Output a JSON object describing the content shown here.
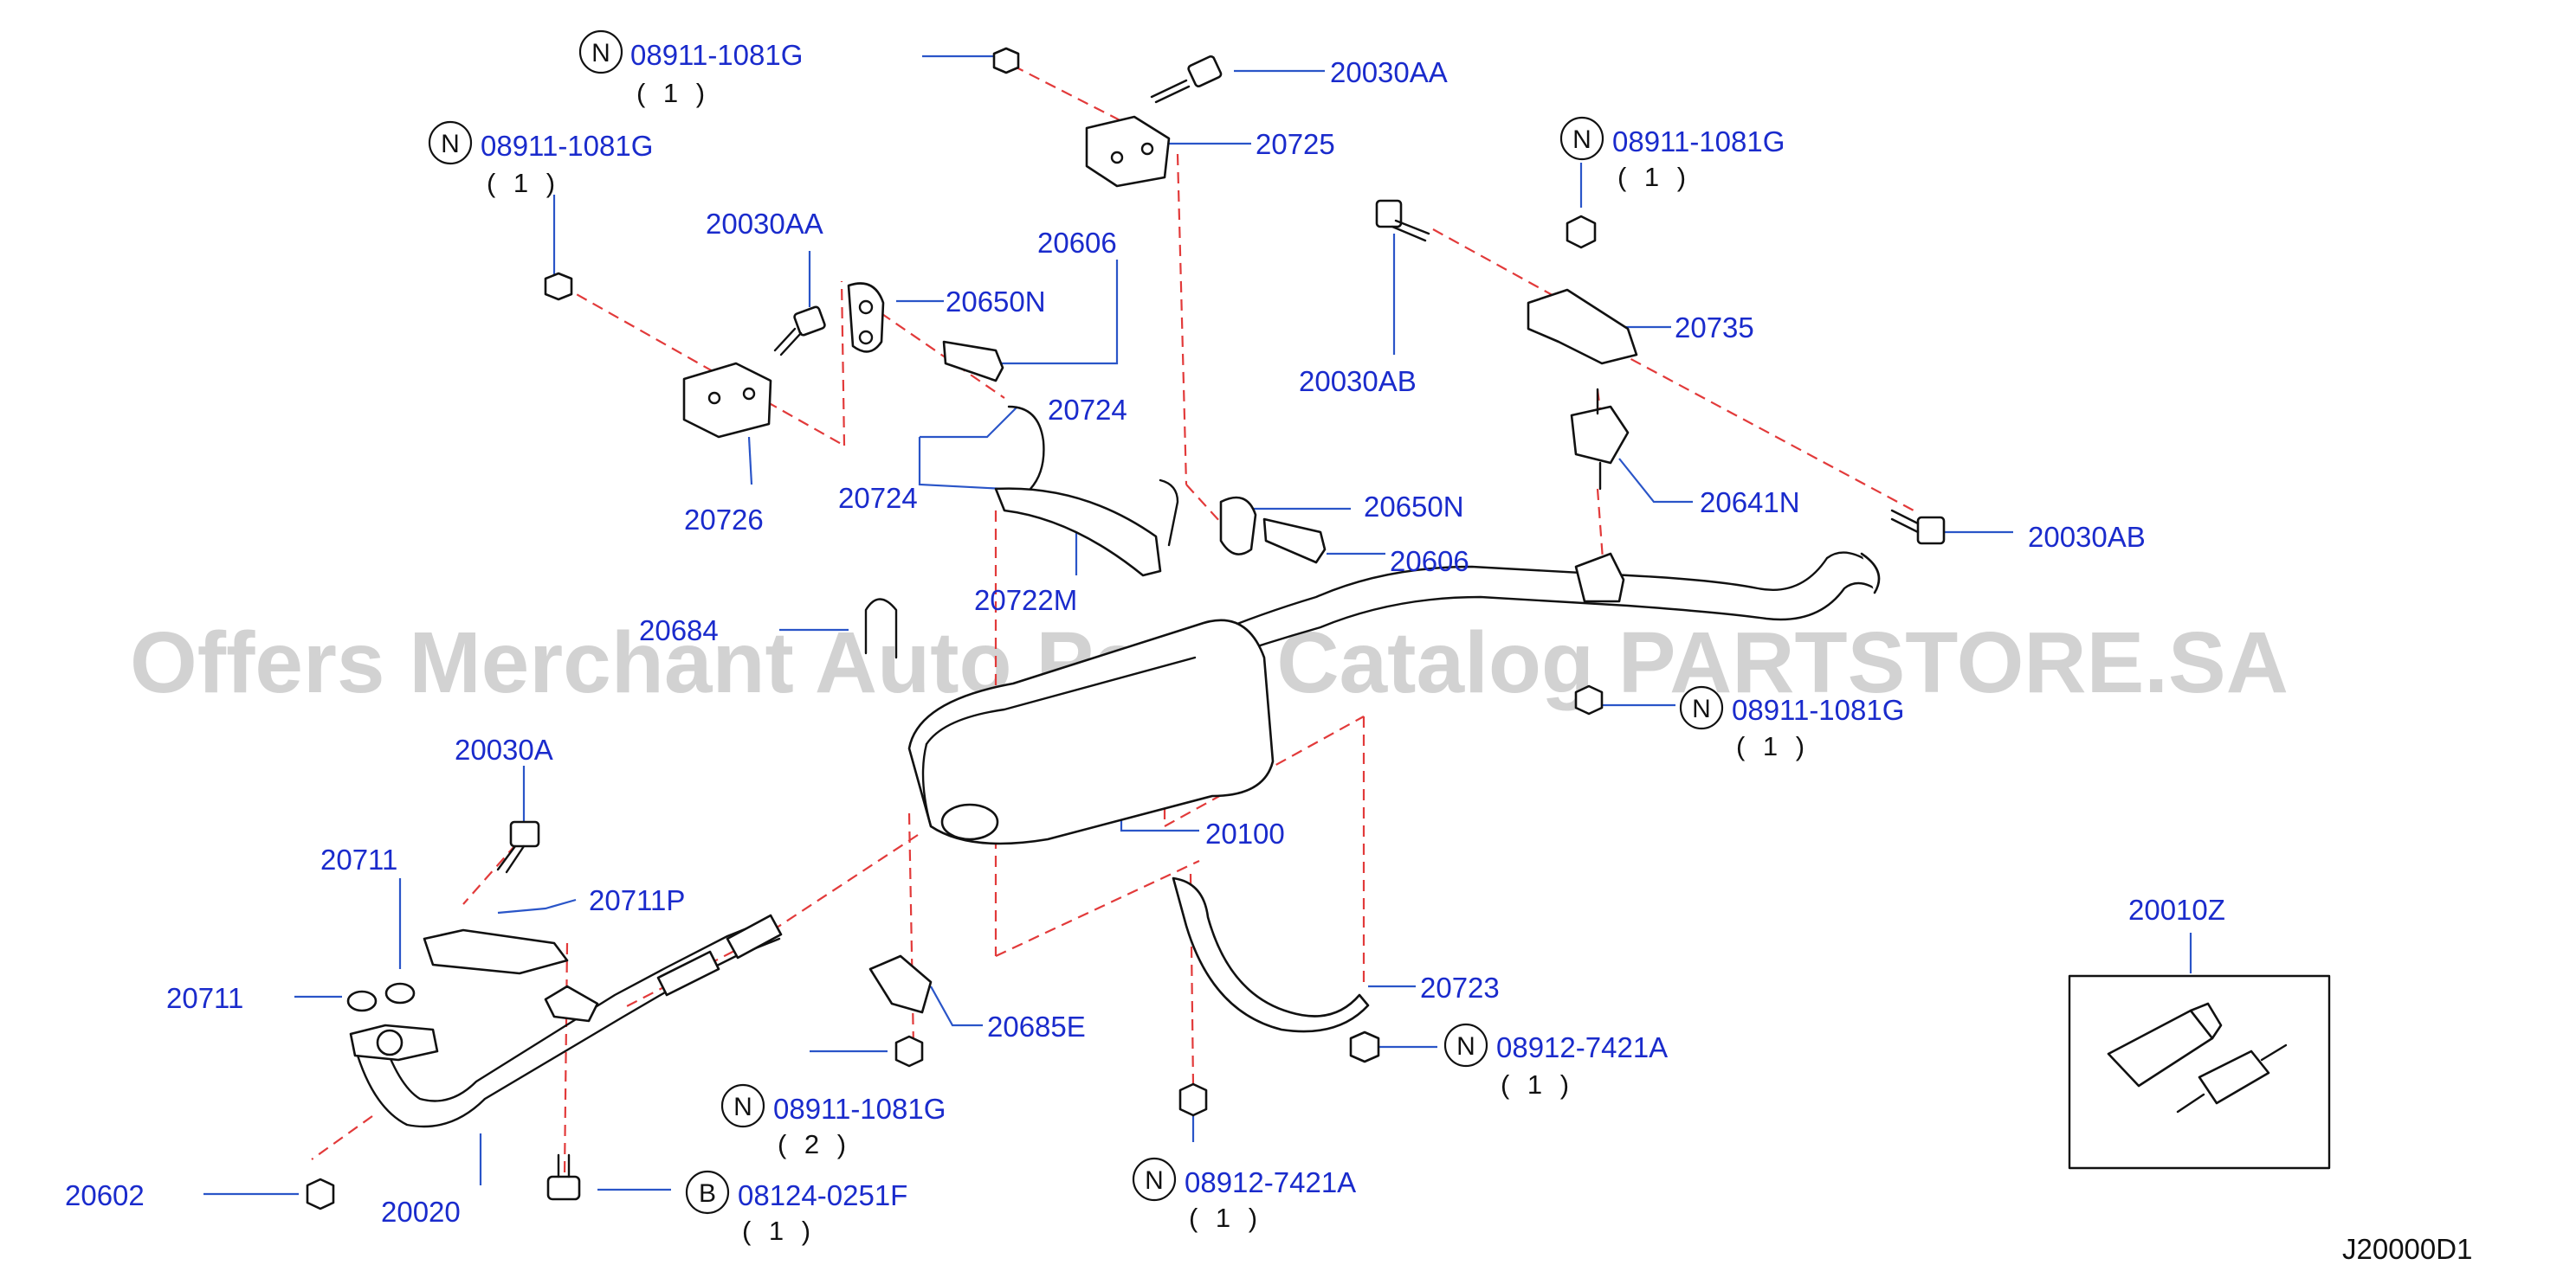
{
  "diagram": {
    "watermark": "Offers Merchant Auto Parts Catalog PARTSTORE.SA",
    "diagram_code": "J20000D1",
    "parts": [
      {
        "id": "p1",
        "mark": "N",
        "number": "08911-1081G",
        "qty": "( 1 )"
      },
      {
        "id": "p2",
        "mark": "",
        "number": "20030AA",
        "qty": ""
      },
      {
        "id": "p3",
        "mark": "",
        "number": "20725",
        "qty": ""
      },
      {
        "id": "p4",
        "mark": "N",
        "number": "08911-1081G",
        "qty": "( 1 )"
      },
      {
        "id": "p5",
        "mark": "",
        "number": "20030AA",
        "qty": ""
      },
      {
        "id": "p6",
        "mark": "",
        "number": "20606",
        "qty": ""
      },
      {
        "id": "p7",
        "mark": "",
        "number": "20650N",
        "qty": ""
      },
      {
        "id": "p8",
        "mark": "N",
        "number": "08911-1081G",
        "qty": "( 1 )"
      },
      {
        "id": "p9",
        "mark": "",
        "number": "20735",
        "qty": ""
      },
      {
        "id": "p10",
        "mark": "",
        "number": "20030AB",
        "qty": ""
      },
      {
        "id": "p11",
        "mark": "",
        "number": "20724",
        "qty": ""
      },
      {
        "id": "p12",
        "mark": "",
        "number": "20724",
        "qty": ""
      },
      {
        "id": "p13",
        "mark": "",
        "number": "20726",
        "qty": ""
      },
      {
        "id": "p14",
        "mark": "",
        "number": "20650N",
        "qty": ""
      },
      {
        "id": "p15",
        "mark": "",
        "number": "20641N",
        "qty": ""
      },
      {
        "id": "p16",
        "mark": "",
        "number": "20606",
        "qty": ""
      },
      {
        "id": "p17",
        "mark": "",
        "number": "20030AB",
        "qty": ""
      },
      {
        "id": "p18",
        "mark": "",
        "number": "20722M",
        "qty": ""
      },
      {
        "id": "p19",
        "mark": "",
        "number": "20684",
        "qty": ""
      },
      {
        "id": "p20",
        "mark": "N",
        "number": "08911-1081G",
        "qty": "( 1 )"
      },
      {
        "id": "p21",
        "mark": "",
        "number": "20030A",
        "qty": ""
      },
      {
        "id": "p22",
        "mark": "",
        "number": "20100",
        "qty": ""
      },
      {
        "id": "p23",
        "mark": "",
        "number": "20711",
        "qty": ""
      },
      {
        "id": "p24",
        "mark": "",
        "number": "20711P",
        "qty": ""
      },
      {
        "id": "p25",
        "mark": "",
        "number": "20010Z",
        "qty": ""
      },
      {
        "id": "p26",
        "mark": "",
        "number": "20711",
        "qty": ""
      },
      {
        "id": "p27",
        "mark": "",
        "number": "20723",
        "qty": ""
      },
      {
        "id": "p28",
        "mark": "",
        "number": "20685E",
        "qty": ""
      },
      {
        "id": "p29",
        "mark": "N",
        "number": "08912-7421A",
        "qty": "( 1 )"
      },
      {
        "id": "p30",
        "mark": "N",
        "number": "08911-1081G",
        "qty": "( 2 )"
      },
      {
        "id": "p31",
        "mark": "N",
        "number": "08912-7421A",
        "qty": "( 1 )"
      },
      {
        "id": "p32",
        "mark": "B",
        "number": "08124-0251F",
        "qty": "( 1 )"
      },
      {
        "id": "p33",
        "mark": "",
        "number": "20602",
        "qty": ""
      },
      {
        "id": "p34",
        "mark": "",
        "number": "20020",
        "qty": ""
      }
    ]
  }
}
